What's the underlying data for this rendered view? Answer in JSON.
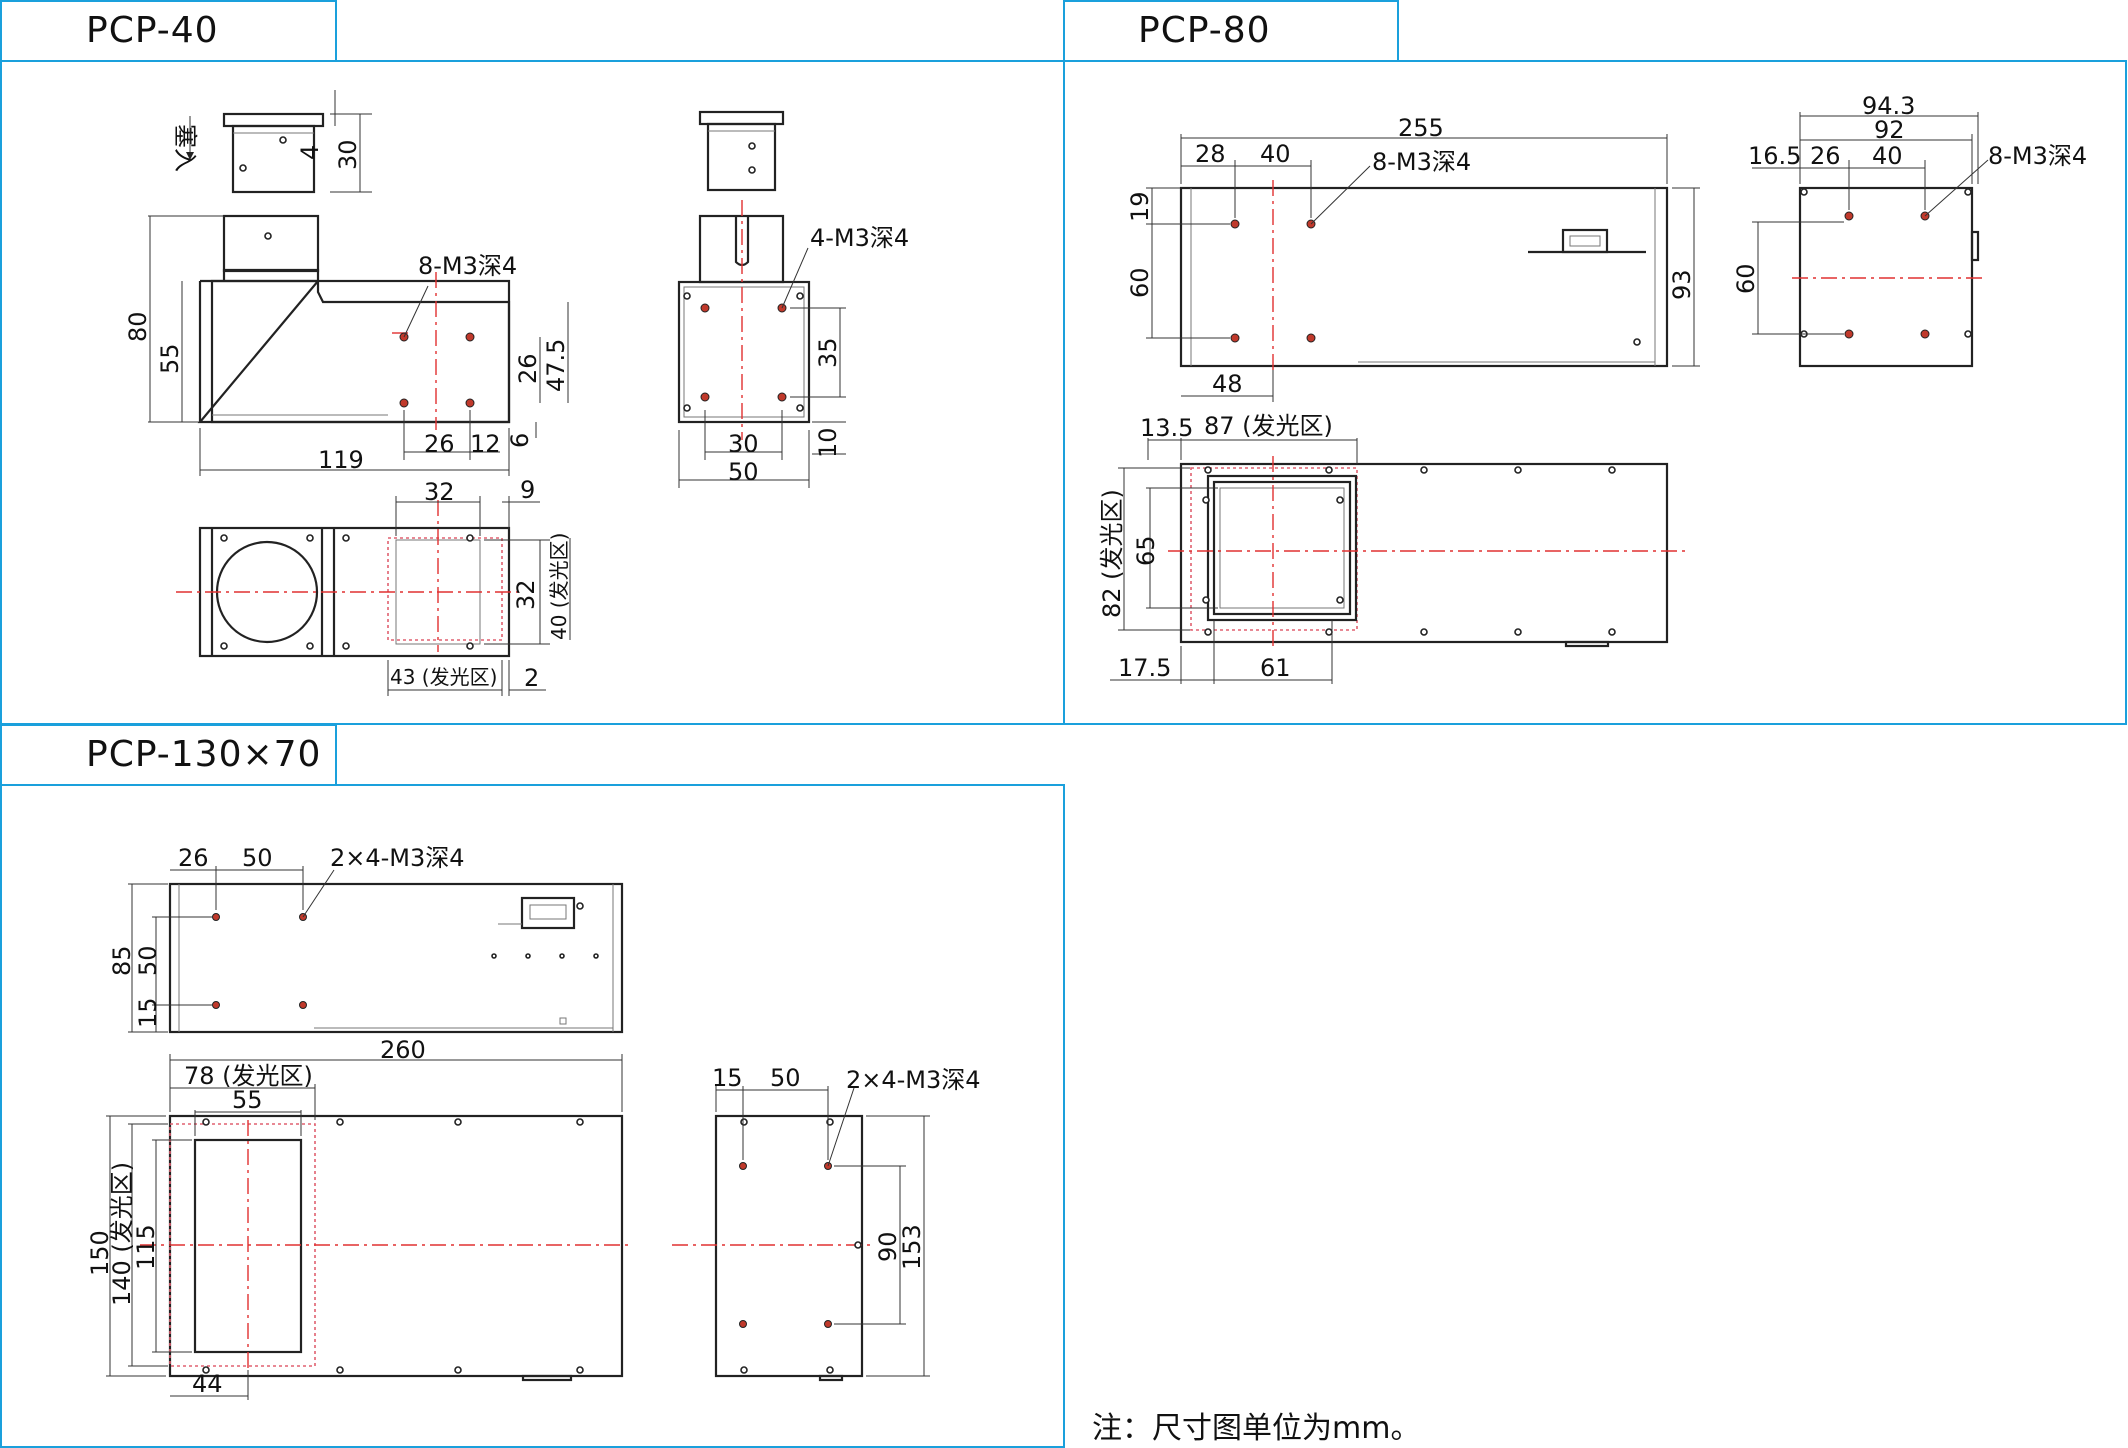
{
  "panels": {
    "pcp40": {
      "title": "PCP-40",
      "insert_label": "塞入",
      "holes_front": "8-M3深4",
      "holes_side": "4-M3深4",
      "front_dims": {
        "d80": "80",
        "d55": "55",
        "d4": "4",
        "d30": "30",
        "d26v": "26",
        "d47": "47.5",
        "d119": "119",
        "d26h": "26",
        "d12": "12",
        "d6": "6"
      },
      "side_dims": {
        "d35": "35",
        "d30": "30",
        "d50": "50",
        "d10": "10"
      },
      "top_dims": {
        "d32h": "32",
        "d9": "9",
        "d32v": "32",
        "d40": "40 (发光区)",
        "d43": "43 (发光区)",
        "d2": "2"
      }
    },
    "pcp80": {
      "title": "PCP-80",
      "holes_front": "8-M3深4",
      "holes_side": "8-M3深4",
      "front_dims": {
        "d255": "255",
        "d28": "28",
        "d40": "40",
        "d19": "19",
        "d60": "60",
        "d93": "93",
        "d48": "48"
      },
      "side_dims": {
        "d94": "94.3",
        "d92": "92",
        "d16": "16.5",
        "d26": "26",
        "d40": "40",
        "d60": "60"
      },
      "top_dims": {
        "d13": "13.5",
        "d87": "87 (发光区)",
        "d82": "82 (发光区)",
        "d65": "65",
        "d17": "17.5",
        "d61": "61"
      }
    },
    "pcp130": {
      "title": "PCP-130×70",
      "holes_front": "2×4-M3深4",
      "holes_side": "2×4-M3深4",
      "front_dims": {
        "d26": "26",
        "d50": "50",
        "d85": "85",
        "d50v": "50",
        "d15": "15"
      },
      "top_dims": {
        "d260": "260",
        "d78": "78 (发光区)",
        "d55": "55",
        "d150": "150",
        "d140": "140 (发光区)",
        "d115": "115",
        "d44": "44"
      },
      "side_dims": {
        "d15": "15",
        "d50": "50",
        "d90": "90",
        "d153": "153"
      }
    }
  },
  "note": "注：尺寸图单位为mm。"
}
